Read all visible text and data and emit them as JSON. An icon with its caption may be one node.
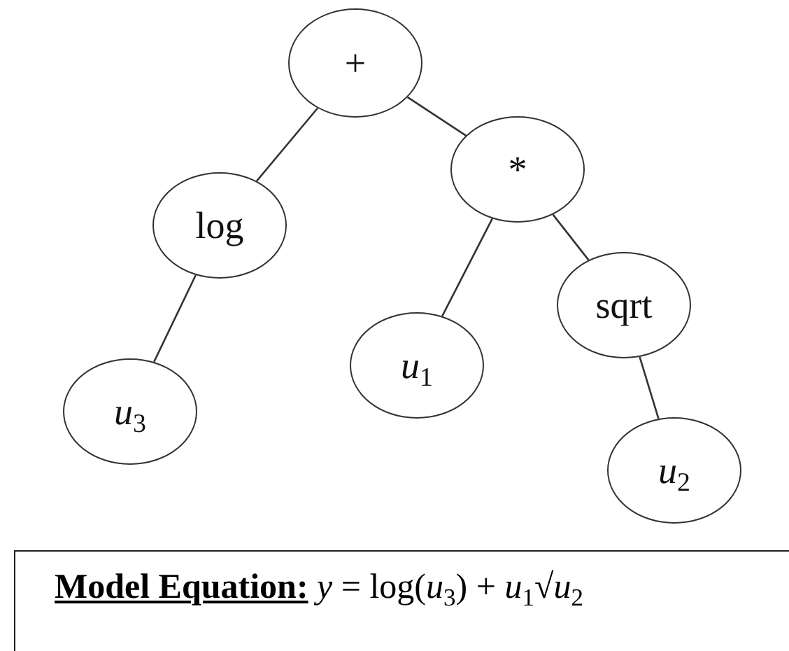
{
  "diagram": {
    "nodes": [
      {
        "text": [
          "+"
        ]
      },
      {
        "text": [
          "log"
        ]
      },
      {
        "text": [
          "*"
        ]
      },
      {
        "text": [
          "*u*$_{3}$"
        ]
      },
      {
        "text": [
          "*u*$_{1}$"
        ]
      },
      {
        "text": [
          "sqrt"
        ]
      },
      {
        "text": [
          "*u*$_{2}$"
        ]
      },
      {
        "text": [
          "**Model Equation:** *y* = log(*u*$_{3}$) + *u*$_{1}$√*u*$_{2}$"
        ]
      }
    ],
    "edges": [
      {
        "from": 0,
        "to": 1,
        "arrow": "none"
      },
      {
        "from": 0,
        "to": 2,
        "arrow": "none"
      },
      {
        "from": 1,
        "to": 3,
        "arrow": "none"
      },
      {
        "from": 2,
        "to": 4,
        "arrow": "none"
      },
      {
        "from": 2,
        "to": 5,
        "arrow": "none"
      },
      {
        "from": 5,
        "to": 6,
        "arrow": "none"
      }
    ]
  }
}
